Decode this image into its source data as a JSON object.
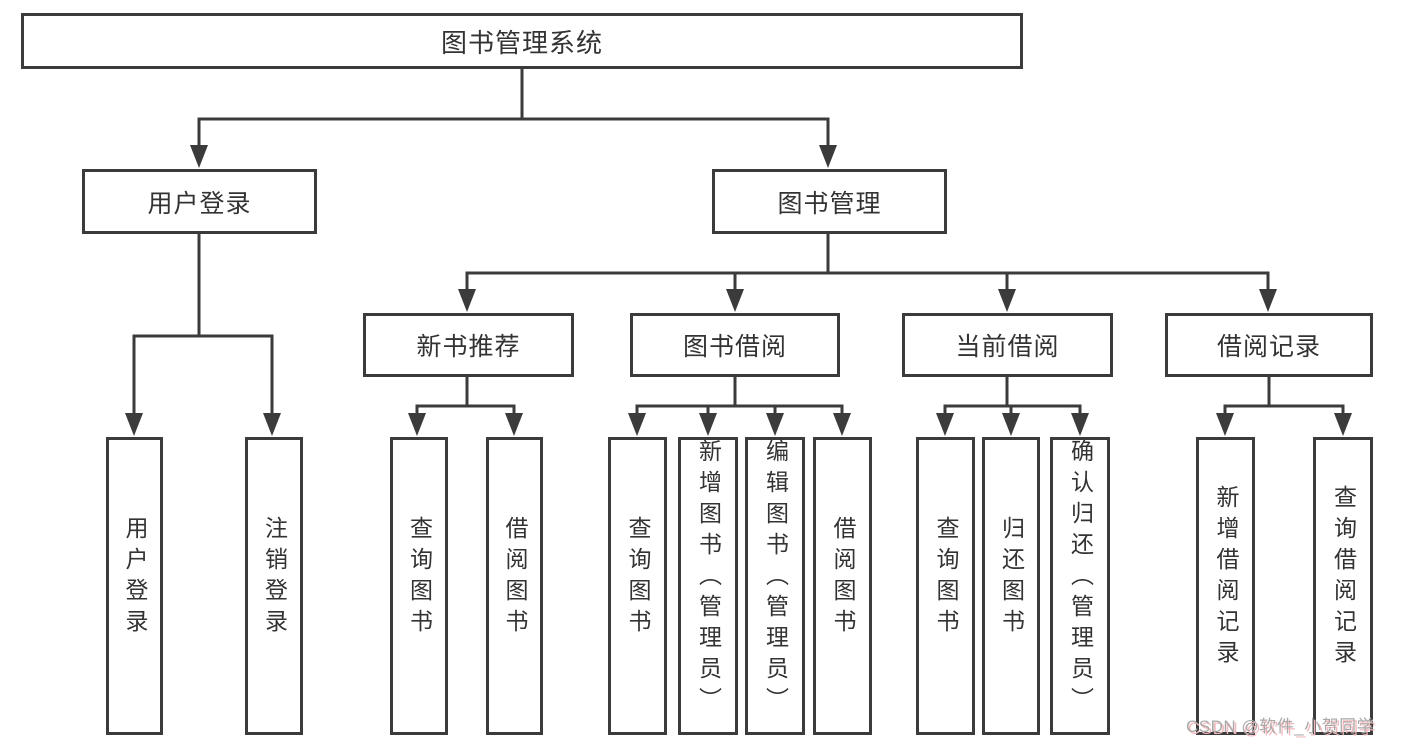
{
  "tree": {
    "label": "图书管理系统",
    "children": [
      {
        "label": "用户登录",
        "children": [
          {
            "label": "用户登录"
          },
          {
            "label": "注销登录"
          }
        ]
      },
      {
        "label": "图书管理",
        "children": [
          {
            "label": "新书推荐",
            "children": [
              {
                "label": "查询图书"
              },
              {
                "label": "借阅图书"
              }
            ]
          },
          {
            "label": "图书借阅",
            "children": [
              {
                "label": "查询图书"
              },
              {
                "label": "新增图书（管理员）"
              },
              {
                "label": "编辑图书（管理员）"
              },
              {
                "label": "借阅图书"
              }
            ]
          },
          {
            "label": "当前借阅",
            "children": [
              {
                "label": "查询图书"
              },
              {
                "label": "归还图书"
              },
              {
                "label": "确认归还（管理员）"
              }
            ]
          },
          {
            "label": "借阅记录",
            "children": [
              {
                "label": "新增借阅记录"
              },
              {
                "label": "查询借阅记录"
              }
            ]
          }
        ]
      }
    ]
  },
  "watermark": {
    "text": "CSDN @软件_小贺同学"
  },
  "colors": {
    "line": "#3b3b3b",
    "text": "#333333",
    "watermark_gray": "#a9a9a9",
    "watermark_pink": "#f3b8bc"
  }
}
